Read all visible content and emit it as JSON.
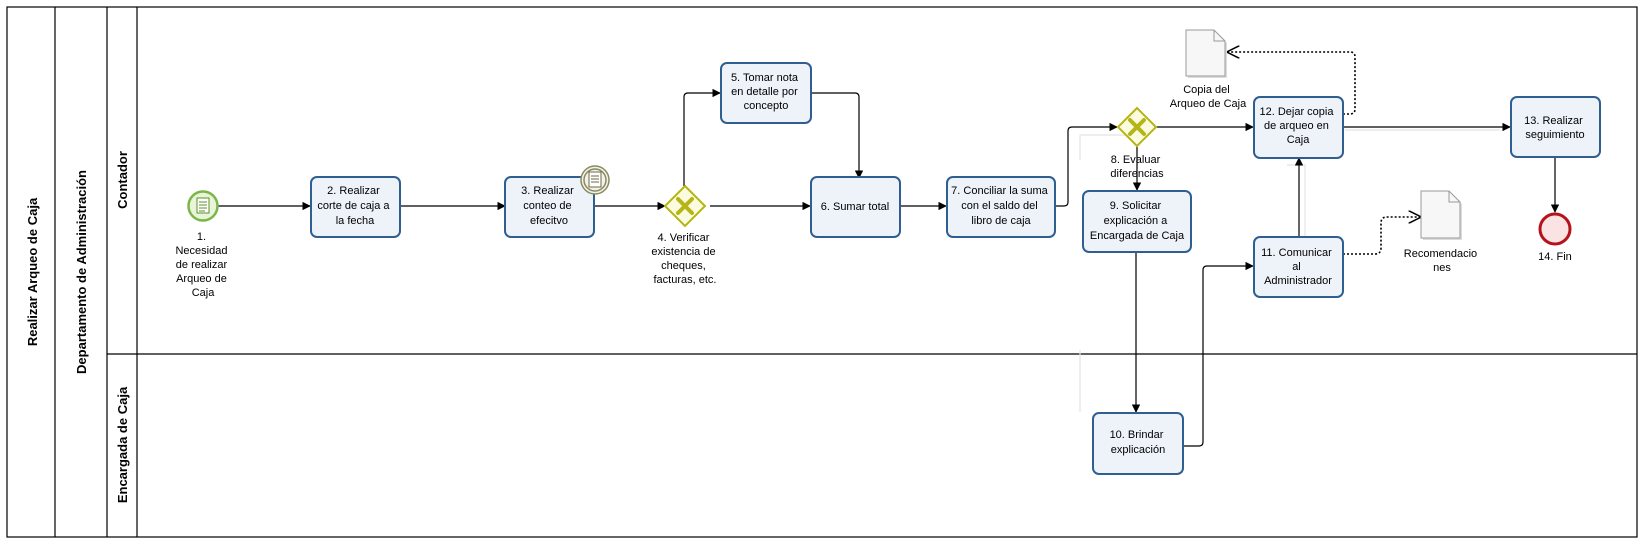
{
  "pool": {
    "title": "Realizar Arqueo de Caja"
  },
  "department": {
    "title": "Departamento de Administración"
  },
  "lanes": [
    {
      "title": "Contador"
    },
    {
      "title": "Encargada de Caja"
    }
  ],
  "start_event": {
    "label": [
      "1.",
      "Necesidad",
      "de realizar",
      "Arqueo de",
      "Caja"
    ]
  },
  "tasks": [
    {
      "id": "t2",
      "lines": [
        "2. Realizar",
        "corte de caja a",
        "la fecha"
      ]
    },
    {
      "id": "t3",
      "lines": [
        "3. Realizar",
        "conteo de",
        "efecitvo"
      ]
    },
    {
      "id": "t5",
      "lines": [
        "5. Tomar nota",
        "en detalle por",
        "concepto"
      ]
    },
    {
      "id": "t6",
      "lines": [
        "6. Sumar total"
      ]
    },
    {
      "id": "t7",
      "lines": [
        "7. Conciliar la suma",
        "con el saldo del",
        "libro de caja"
      ]
    },
    {
      "id": "t9",
      "lines": [
        "9. Solicitar",
        "explicación a",
        "Encargada de Caja"
      ]
    },
    {
      "id": "t10",
      "lines": [
        "10. Brindar",
        "explicación"
      ]
    },
    {
      "id": "t11",
      "lines": [
        "11. Comunicar",
        "al",
        "Administrador"
      ]
    },
    {
      "id": "t12",
      "lines": [
        "12. Dejar copia",
        "de arqueo en",
        "Caja"
      ]
    },
    {
      "id": "t13",
      "lines": [
        "13. Realizar",
        "seguimiento"
      ]
    }
  ],
  "gateways": [
    {
      "id": "g4",
      "label": [
        "4. Verificar",
        "existencia de",
        "cheques,",
        "facturas, etc."
      ]
    },
    {
      "id": "g8",
      "label": [
        "8. Evaluar",
        "diferencias"
      ]
    }
  ],
  "documents": [
    {
      "id": "d1",
      "label": [
        "Copia del",
        "Arqueo de Caja"
      ]
    },
    {
      "id": "d2",
      "label": [
        "Recomendacio",
        "nes"
      ]
    }
  ],
  "end_event": {
    "label": "14. Fin"
  },
  "colors": {
    "task_border": "#2f5f91",
    "task_fill": "#eef3fa",
    "start_event": "#7ab648",
    "gateway": "#b5b516",
    "end_event": "#b5121b",
    "timer_event": "#8a8a60"
  }
}
